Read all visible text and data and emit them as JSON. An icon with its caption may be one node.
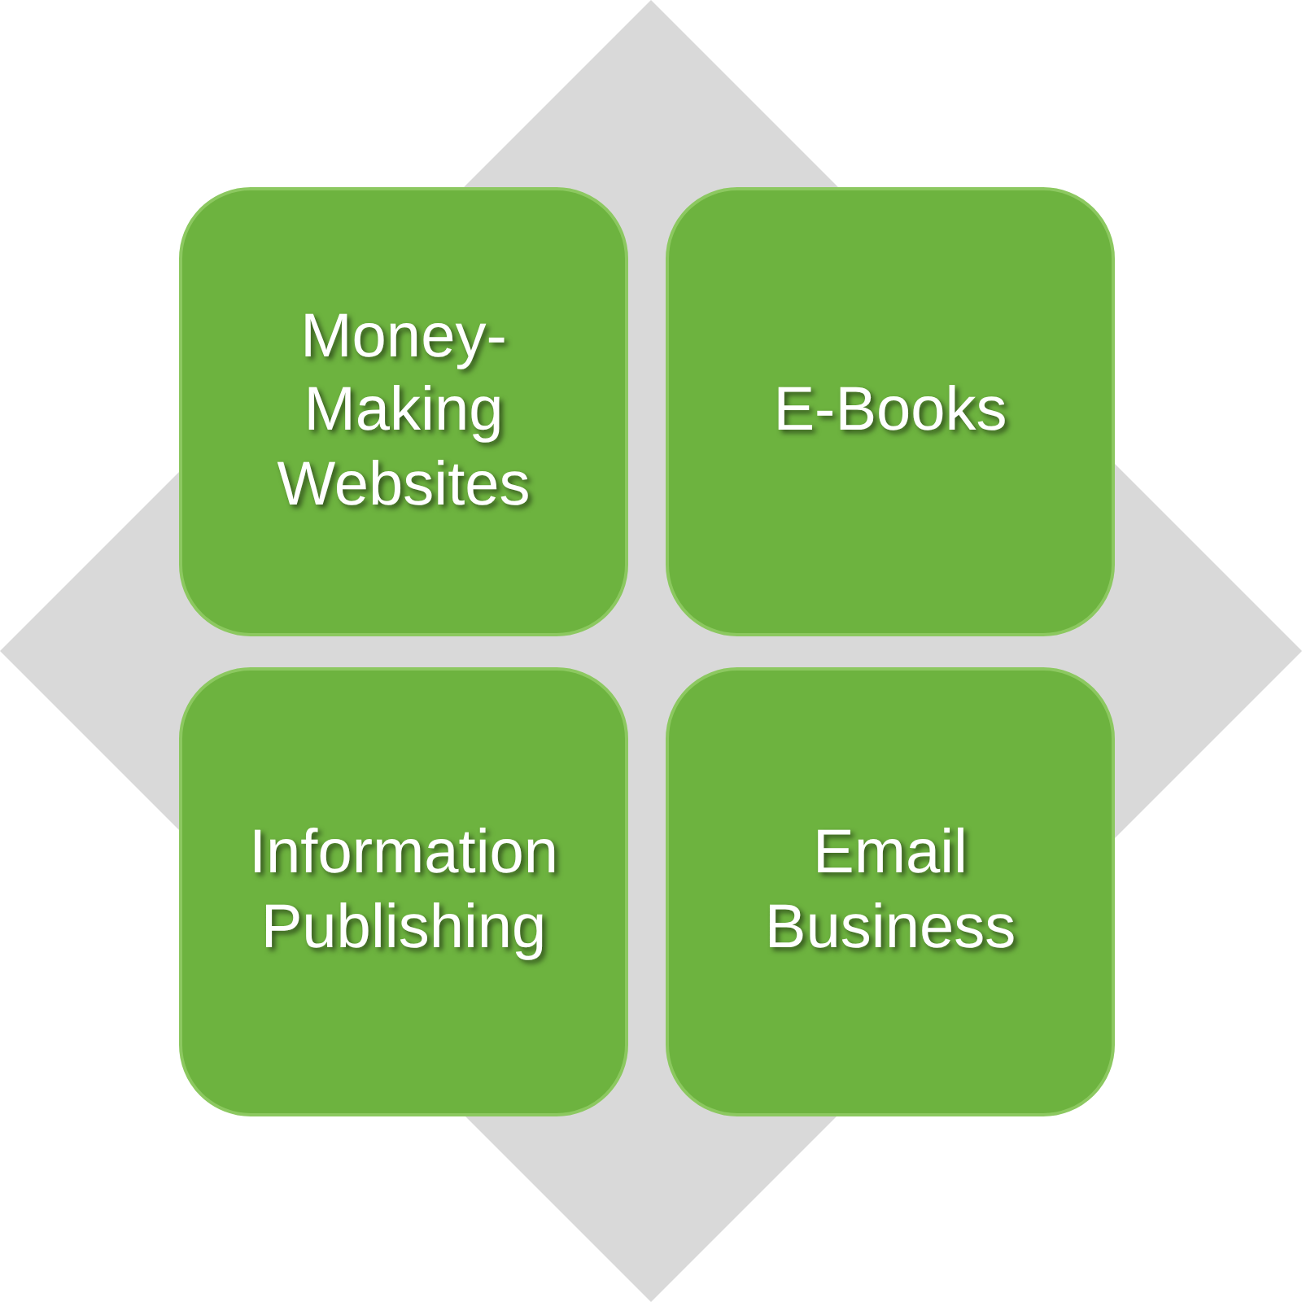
{
  "diagram": {
    "nodes": [
      {
        "text": [],
        "shape": "diamond"
      },
      {
        "text": [
          "Money-Making Websites"
        ],
        "in": 0
      },
      {
        "text": [
          "E-Books"
        ],
        "in": 0
      },
      {
        "text": [
          "Information Publishing"
        ],
        "in": 0
      },
      {
        "text": [
          "Email Business"
        ],
        "in": 0
      }
    ]
  }
}
